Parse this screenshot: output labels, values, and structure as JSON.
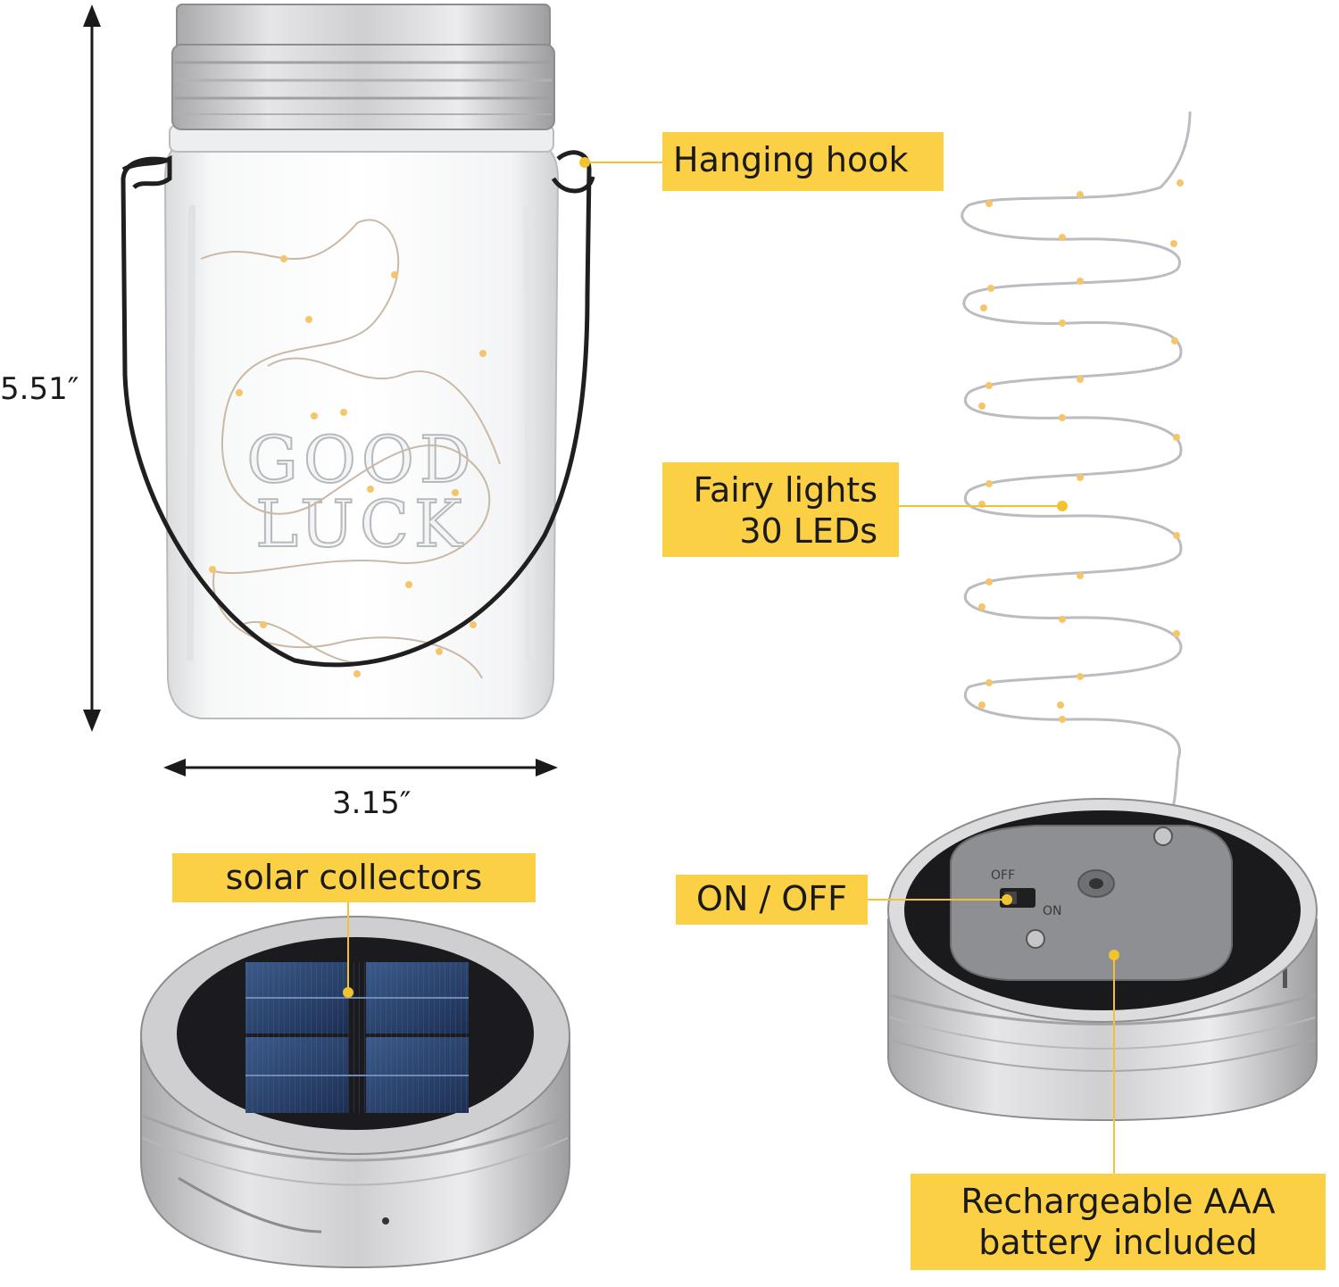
{
  "dimensions": {
    "height": "5.51″",
    "width": "3.15″"
  },
  "jar_embossing": {
    "line1": "GOOD",
    "line2": "LUCK"
  },
  "callouts": {
    "hanging_hook": "Hanging hook",
    "fairy_lights": {
      "line1": "Fairy lights",
      "line2": "30 LEDs"
    },
    "solar_collectors": "solar collectors",
    "on_off": "ON / OFF",
    "battery": {
      "line1": "Rechargeable AAA",
      "line2": "battery included"
    }
  },
  "switch_markings": {
    "left": "OFF",
    "right": "ON"
  },
  "colors": {
    "label_background": "#fbd044",
    "callout_line": "#f2c230",
    "led": "#f5c56a",
    "metal": "#c9c9cb"
  }
}
